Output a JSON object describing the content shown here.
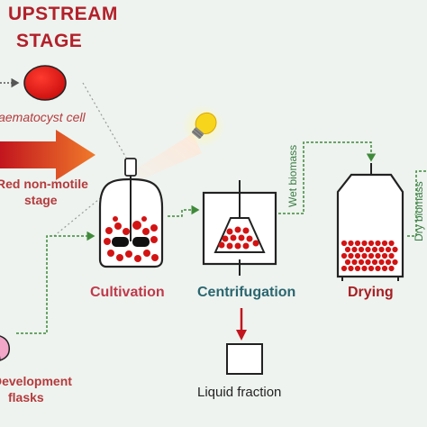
{
  "title": {
    "line1": "UPSTREAM",
    "line2": "STAGE"
  },
  "cell_label": "Haematocyst cell",
  "stage_label": {
    "line1": "Red non-motile",
    "line2": "stage"
  },
  "steps": {
    "cultivation": "Cultivation",
    "centrifugation": "Centrifugation",
    "drying": "Drying"
  },
  "flow_labels": {
    "wet": "Wet biomass",
    "dry": "Dry biomass"
  },
  "liquid": "Liquid fraction",
  "flasks": {
    "line1": "Development",
    "line2": "flasks"
  },
  "colors": {
    "cell_red": "#d31313",
    "arrow_orange": "#f07a2a",
    "arrow_red": "#c2151e",
    "flow_green": "#3f8a3a",
    "lamp_yellow": "#f7d51d",
    "outline": "#222222"
  },
  "icons": [
    "cell-icon",
    "light-bulb-icon",
    "bioreactor-icon",
    "centrifuge-icon",
    "dryer-icon",
    "liquid-container-icon",
    "flask-icon"
  ]
}
